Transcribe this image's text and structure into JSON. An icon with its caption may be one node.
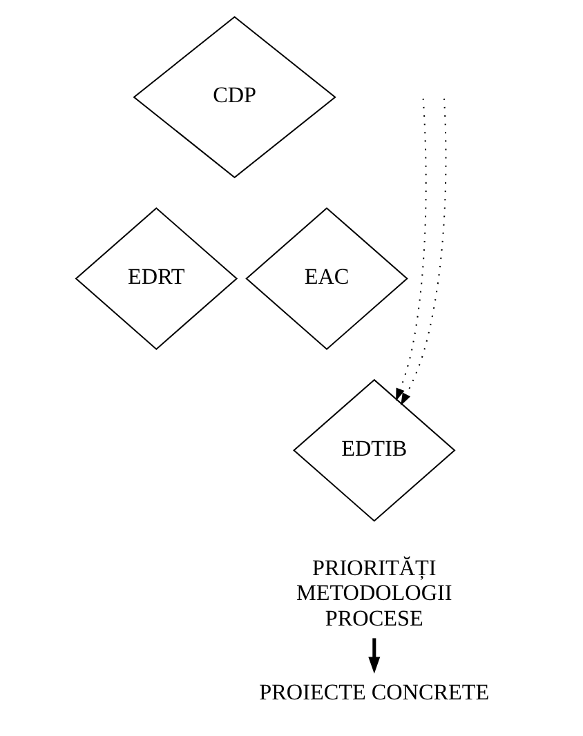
{
  "diagram": {
    "nodes": [
      {
        "text": [
          "CDP"
        ]
      },
      {
        "text": [
          "EDRT"
        ]
      },
      {
        "text": [
          "EAC"
        ]
      },
      {
        "text": [
          "EDTIB"
        ]
      },
      {
        "text": [
          "PRIORITĂȚI METODOLOGII PROCESE"
        ]
      },
      {
        "text": [
          "PROIECTE CONCRETE"
        ]
      }
    ],
    "edges": [
      {
        "from": null,
        "to": 3,
        "arrow": "to",
        "style": "dashed"
      },
      {
        "from": null,
        "to": 3,
        "arrow": "to",
        "style": "dashed"
      },
      {
        "from": 4,
        "to": 5,
        "arrow": "to",
        "style": "thick"
      }
    ]
  }
}
